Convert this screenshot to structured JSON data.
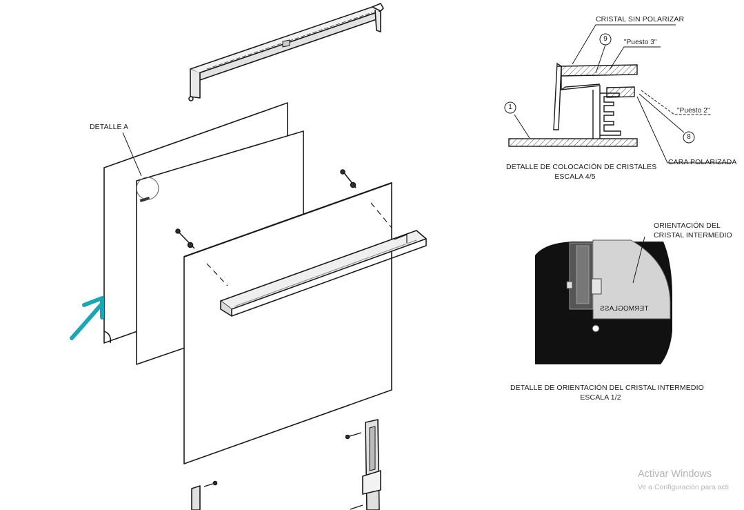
{
  "labels": {
    "detalle_a": "DETALLE A",
    "cristal_sin_polarizar": "CRISTAL SIN POLARIZAR",
    "puesto_3": "\"Puesto 3\"",
    "puesto_2": "\"Puesto 2\"",
    "cara_polarizada": "CARA POLARIZADA",
    "detalle_colocacion": "DETALLE DE COLOCACIÓN DE CRISTALES",
    "escala_colocacion": "ESCALA 4/5",
    "orientacion_line1": "ORIENTACIÓN DEL",
    "orientacion_line2": "CRISTAL INTERMEDIO",
    "termoglass": "TERMOGLASS",
    "detalle_orientacion": "DETALLE DE ORIENTACIÓN DEL CRISTAL INTERMEDIO",
    "escala_orientacion": "ESCALA    1/2"
  },
  "callouts": {
    "c9": "9",
    "c1": "1",
    "c8": "8"
  },
  "watermark": {
    "title": "Activar Windows",
    "subtitle": "Ve a Configuración para acti"
  },
  "colors": {
    "annotation_arrow": "#1aa7b5",
    "glass_gray": "#d4d4d4",
    "outline": "#1a1a1a"
  }
}
